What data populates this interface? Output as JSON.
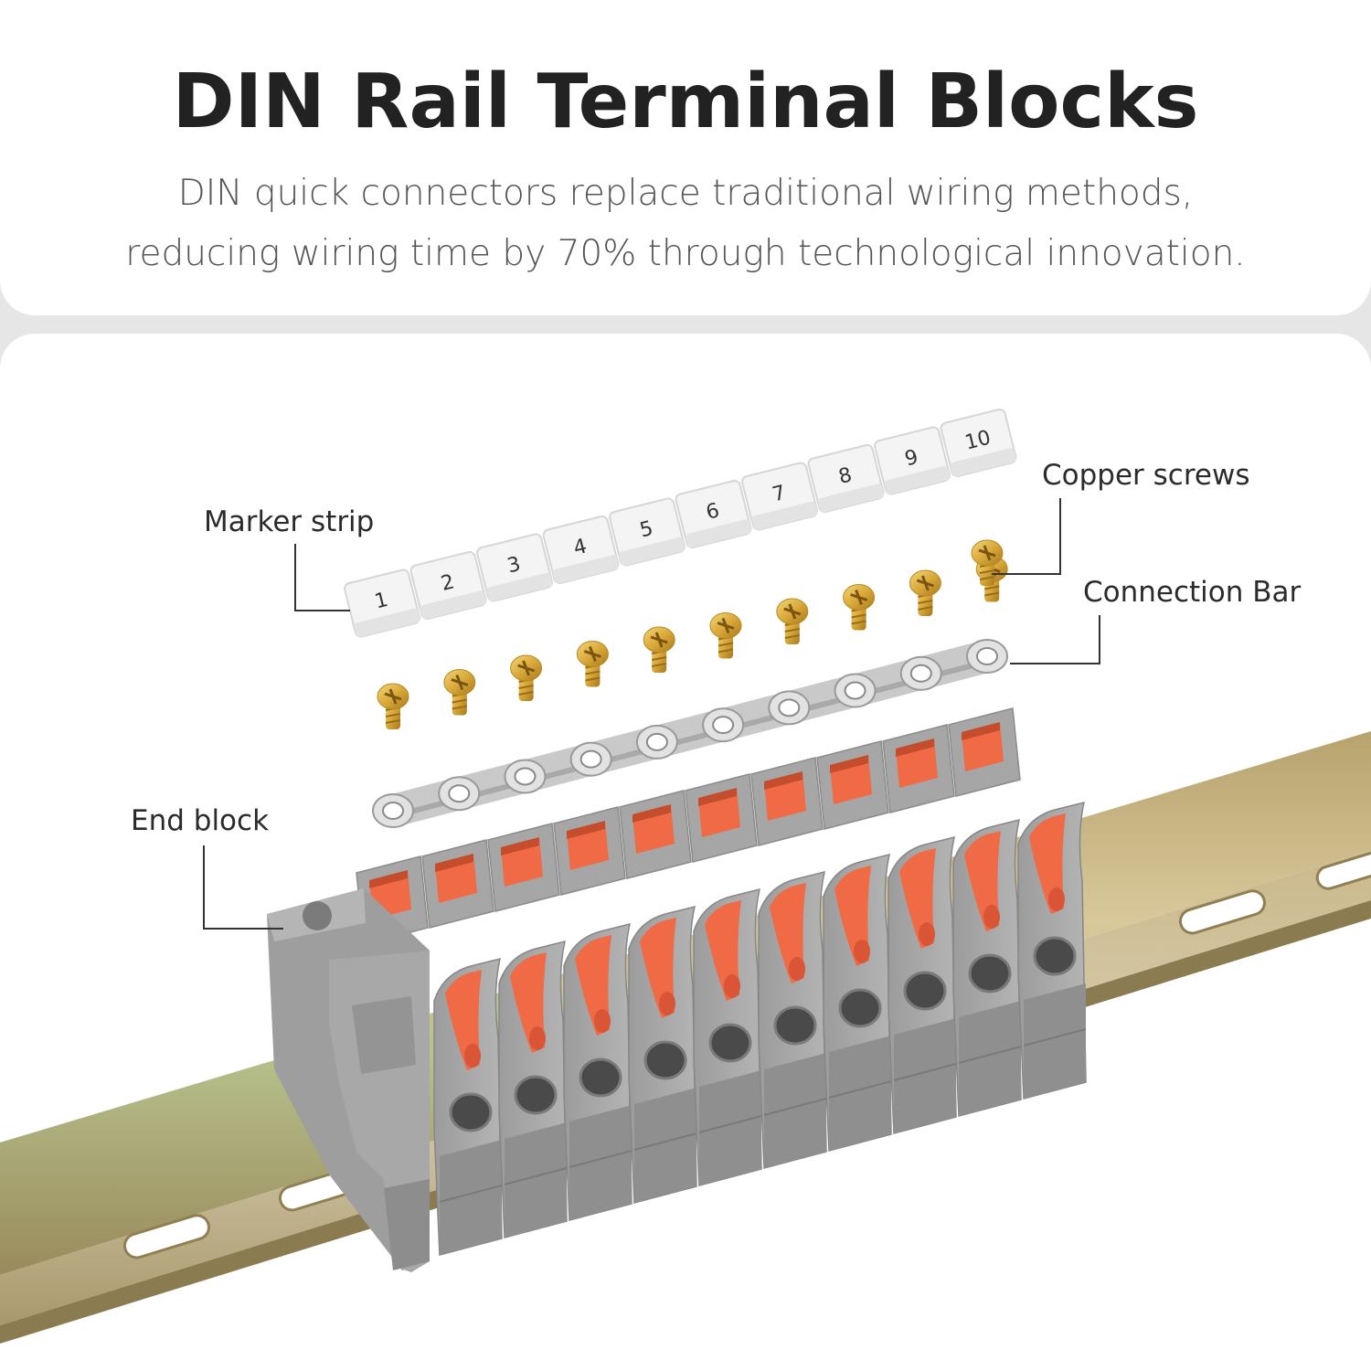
{
  "header": {
    "title": "DIN Rail Terminal Blocks",
    "subtitle_line1": "DIN quick connectors replace traditional wiring methods,",
    "subtitle_line2": "reducing wiring time by 70% through technological innovation."
  },
  "callouts": {
    "marker_strip": "Marker strip",
    "copper_screws": "Copper screws",
    "connection_bar": "Connection Bar",
    "end_block": "End block"
  },
  "marker_numbers": [
    "1",
    "2",
    "3",
    "4",
    "5",
    "6",
    "7",
    "8",
    "9",
    "10"
  ],
  "colors": {
    "lever": "#f06a45",
    "housing": "#a3a3a3",
    "rail": "#c9b37a",
    "screw": "#d9a93a"
  }
}
